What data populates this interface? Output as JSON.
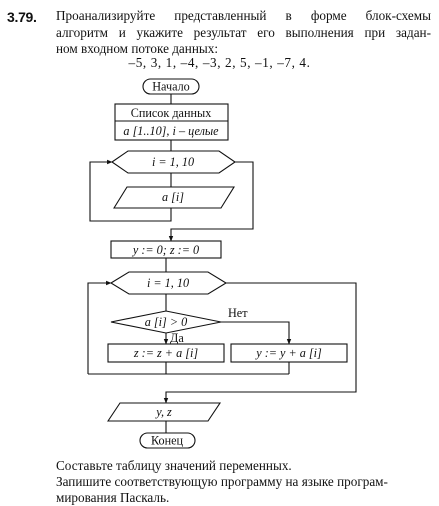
{
  "problem": {
    "number": "3.79.",
    "text_lines": [
      "Проанализируйте представленный в форме блок-схемы",
      "алгоритм и укажите результат его выполнения при задан-",
      "ном входном потоке данных:"
    ],
    "input_data": "–5, 3, 1, –4, –3, 2, 5, –1, –7, 4."
  },
  "flowchart": {
    "start": "Начало",
    "data_header": "Список данных",
    "data_decl": "a [1..10], i – целые",
    "loop1": "i = 1, 10",
    "input": "a [i]",
    "init": "y := 0; z := 0",
    "loop2": "i = 1, 10",
    "condition": "a [i] > 0",
    "no_label": "Нет",
    "yes_label": "Да",
    "assign_z": "z := z + a [i]",
    "assign_y": "y := y + a [i]",
    "output": "y, z",
    "end": "Конец"
  },
  "tasks": [
    "Составьте таблицу значений переменных.",
    "Запишите соответствующую программу на языке програм-",
    "мирования Паскаль."
  ]
}
